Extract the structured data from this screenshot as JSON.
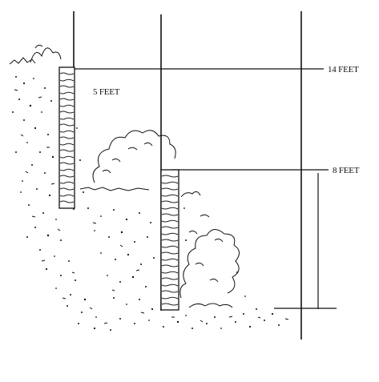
{
  "labels": {
    "upper_wall_height": "5 FEET",
    "upper_level": "14 FEET",
    "lower_level": "8 FEET"
  },
  "colors": {
    "ink": "#111111",
    "paper": "#ffffff"
  }
}
